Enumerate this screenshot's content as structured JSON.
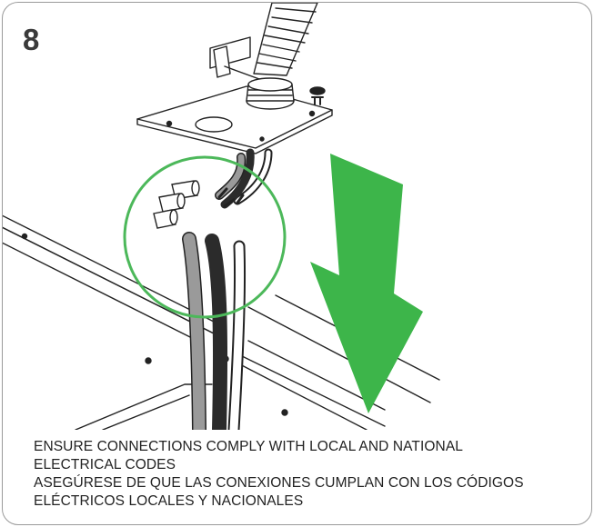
{
  "step_number": "8",
  "caption": {
    "en_line1": "ENSURE CONNECTIONS COMPLY WITH LOCAL AND NATIONAL",
    "en_line2": "ELECTRICAL CODES",
    "es_line1": "ASEGÚRESE DE QUE LAS CONEXIONES CUMPLAN CON LOS CÓDIGOS",
    "es_line2": "ELÉCTRICOS LOCALES Y NACIONALES"
  },
  "colors": {
    "arrow": "#3db54a",
    "highlight_circle": "#4cb85a",
    "panel_border": "#9a9a9a",
    "wire_gray": "#9a9a9a",
    "wire_black": "#2b2b2b",
    "wire_white": "#ffffff"
  },
  "icons": {
    "direction": "down-arrow-icon",
    "connectors": "wire-nut-icon"
  }
}
